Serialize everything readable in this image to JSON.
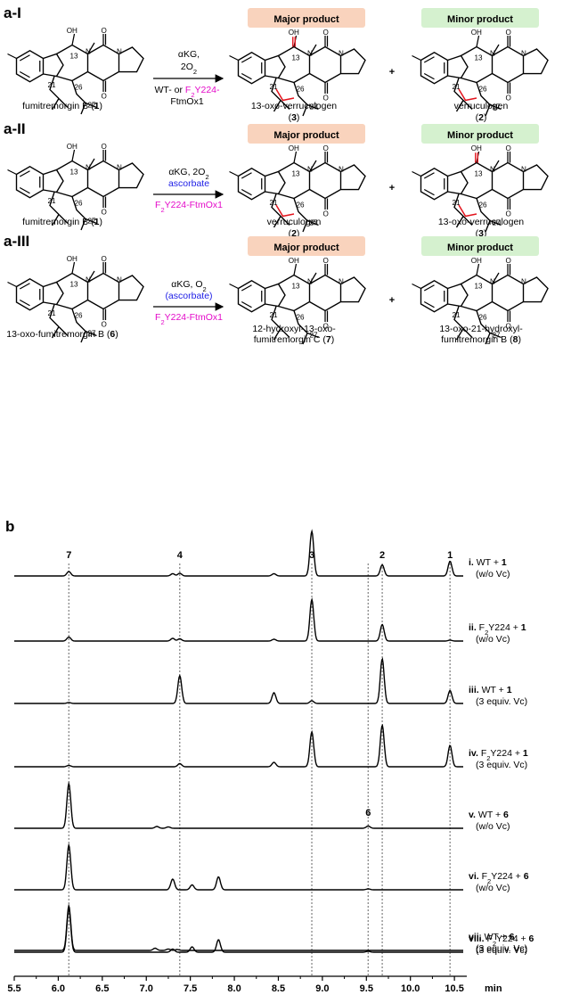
{
  "colors": {
    "major_bg": "#f9d3bd",
    "minor_bg": "#d5f1cf",
    "magenta": "#e40ac9",
    "blue": "#1c1ce6",
    "red": "#e3141d",
    "trace": "#000000",
    "guide": "#7f7f7f"
  },
  "panel_a": {
    "headers": {
      "major": "Major product",
      "minor": "Minor product"
    },
    "rows": [
      {
        "label": "a-I",
        "substrate": {
          "name": "fumitremorgin B",
          "number": "1"
        },
        "reagents": [
          "αKG,",
          "2O",
          "2"
        ],
        "enzyme": [
          "WT- or ",
          "F",
          "2",
          "Y224-",
          "FtmOx1"
        ],
        "major": {
          "name": "13-oxo-verruculogen",
          "number": "3"
        },
        "minor": {
          "name": "verruculogen",
          "number": "2"
        }
      },
      {
        "label": "a-II",
        "substrate": {
          "name": "fumitremorgin B",
          "number": "1"
        },
        "reagents": [
          "αKG, 2O",
          "2"
        ],
        "additive": "ascorbate",
        "enzyme": [
          "F",
          "2",
          "Y224-FtmOx1"
        ],
        "major": {
          "name": "verruculogen",
          "number": "2"
        },
        "minor": {
          "name": "13-oxo-verruculogen",
          "number": "3"
        }
      },
      {
        "label": "a-III",
        "substrate": {
          "name": "13-oxo-fumitremorgin B",
          "number": "6"
        },
        "reagents": [
          "αKG, O",
          "2"
        ],
        "additive": "(ascorbate)",
        "enzyme": [
          "F",
          "2",
          "Y224-FtmOx1"
        ],
        "major": {
          "name_lines": [
            "12-hydroxyl-13-oxo-",
            "fumitremorgin C"
          ],
          "number": "7"
        },
        "minor": {
          "name_lines": [
            "13-oxo-21-hydroxyl-",
            "fumitremorgin B"
          ],
          "number": "8"
        }
      }
    ],
    "atom_labels": [
      "13",
      "21",
      "26",
      "27",
      "OH",
      "N",
      "O",
      "HN"
    ]
  },
  "panel_b": {
    "label": "b",
    "chart_data": {
      "type": "line",
      "title": "",
      "xlabel": "min",
      "ylabel": "",
      "xlim": [
        5.5,
        10.6
      ],
      "xticks": [
        "5.5",
        "6.0",
        "6.5",
        "7.0",
        "7.5",
        "8.0",
        "8.5",
        "9.0",
        "9.5",
        "10.0",
        "10.5"
      ],
      "guide_lines": [
        6.12,
        7.38,
        8.88,
        9.52,
        9.68,
        10.45
      ],
      "peak_labels": [
        {
          "text": "7",
          "x": 6.12,
          "trace": 0
        },
        {
          "text": "4",
          "x": 7.38,
          "trace": 0
        },
        {
          "text": "3",
          "x": 8.88,
          "trace": 0
        },
        {
          "text": "2",
          "x": 9.68,
          "trace": 0
        },
        {
          "text": "1",
          "x": 10.45,
          "trace": 0
        },
        {
          "text": "6",
          "x": 9.52,
          "trace": 4
        }
      ],
      "series": [
        {
          "roman": "i.",
          "enzyme": [
            "WT + "
          ],
          "substrate": "1",
          "cond": "(w/o Vc)",
          "peaks": [
            [
              6.12,
              0.1
            ],
            [
              7.3,
              0.05
            ],
            [
              7.38,
              0.06
            ],
            [
              8.45,
              0.05
            ],
            [
              8.88,
              1.0
            ],
            [
              9.68,
              0.25
            ],
            [
              10.45,
              0.33
            ]
          ]
        },
        {
          "roman": "ii.",
          "enzyme": [
            "F",
            "2",
            "Y224 + "
          ],
          "substrate": "1",
          "cond": "(w/o Vc)",
          "peaks": [
            [
              6.12,
              0.09
            ],
            [
              7.3,
              0.06
            ],
            [
              7.38,
              0.05
            ],
            [
              8.45,
              0.04
            ],
            [
              8.88,
              0.93
            ],
            [
              9.68,
              0.37
            ],
            [
              10.45,
              0.02
            ]
          ]
        },
        {
          "roman": "iii.",
          "enzyme": [
            "WT + "
          ],
          "substrate": "1",
          "cond": "(3 equiv. Vc)",
          "peaks": [
            [
              6.12,
              0.02
            ],
            [
              7.38,
              0.62
            ],
            [
              8.45,
              0.24
            ],
            [
              8.88,
              0.06
            ],
            [
              9.68,
              1.0
            ],
            [
              10.45,
              0.29
            ]
          ]
        },
        {
          "roman": "iv.",
          "enzyme": [
            "F",
            "2",
            "Y224 + "
          ],
          "substrate": "1",
          "cond": "(3 equiv. Vc)",
          "peaks": [
            [
              6.12,
              0.03
            ],
            [
              7.38,
              0.07
            ],
            [
              8.45,
              0.1
            ],
            [
              8.88,
              0.78
            ],
            [
              9.68,
              0.93
            ],
            [
              10.45,
              0.48
            ]
          ]
        },
        {
          "roman": "v.",
          "enzyme": [
            "WT + "
          ],
          "substrate": "6",
          "cond": "(w/o Vc)",
          "peaks": [
            [
              6.12,
              1.0
            ],
            [
              7.12,
              0.04
            ],
            [
              7.25,
              0.03
            ],
            [
              9.52,
              0.05
            ]
          ]
        },
        {
          "roman": "vi.",
          "enzyme": [
            "F",
            "2",
            "Y224 + "
          ],
          "substrate": "6",
          "cond": "(w/o Vc)",
          "peaks": [
            [
              6.12,
              1.0
            ],
            [
              7.3,
              0.24
            ],
            [
              7.52,
              0.11
            ],
            [
              7.82,
              0.29
            ],
            [
              9.52,
              0.02
            ]
          ]
        },
        {
          "roman": "vii.",
          "enzyme": [
            "WT + "
          ],
          "substrate": "6",
          "cond": "(3 equiv. Vc)",
          "peaks": [
            [
              6.12,
              1.0
            ],
            [
              7.1,
              0.05
            ],
            [
              7.25,
              0.03
            ],
            [
              7.35,
              0.02
            ]
          ]
        },
        {
          "roman": "viii.",
          "enzyme": [
            "F",
            "2",
            "Y224 + "
          ],
          "substrate": "6",
          "cond": "(3 equiv. Vc)",
          "peaks": [
            [
              6.12,
              0.98
            ],
            [
              7.3,
              0.07
            ],
            [
              7.52,
              0.12
            ],
            [
              7.82,
              0.28
            ],
            [
              9.52,
              0.02
            ]
          ]
        }
      ]
    }
  }
}
